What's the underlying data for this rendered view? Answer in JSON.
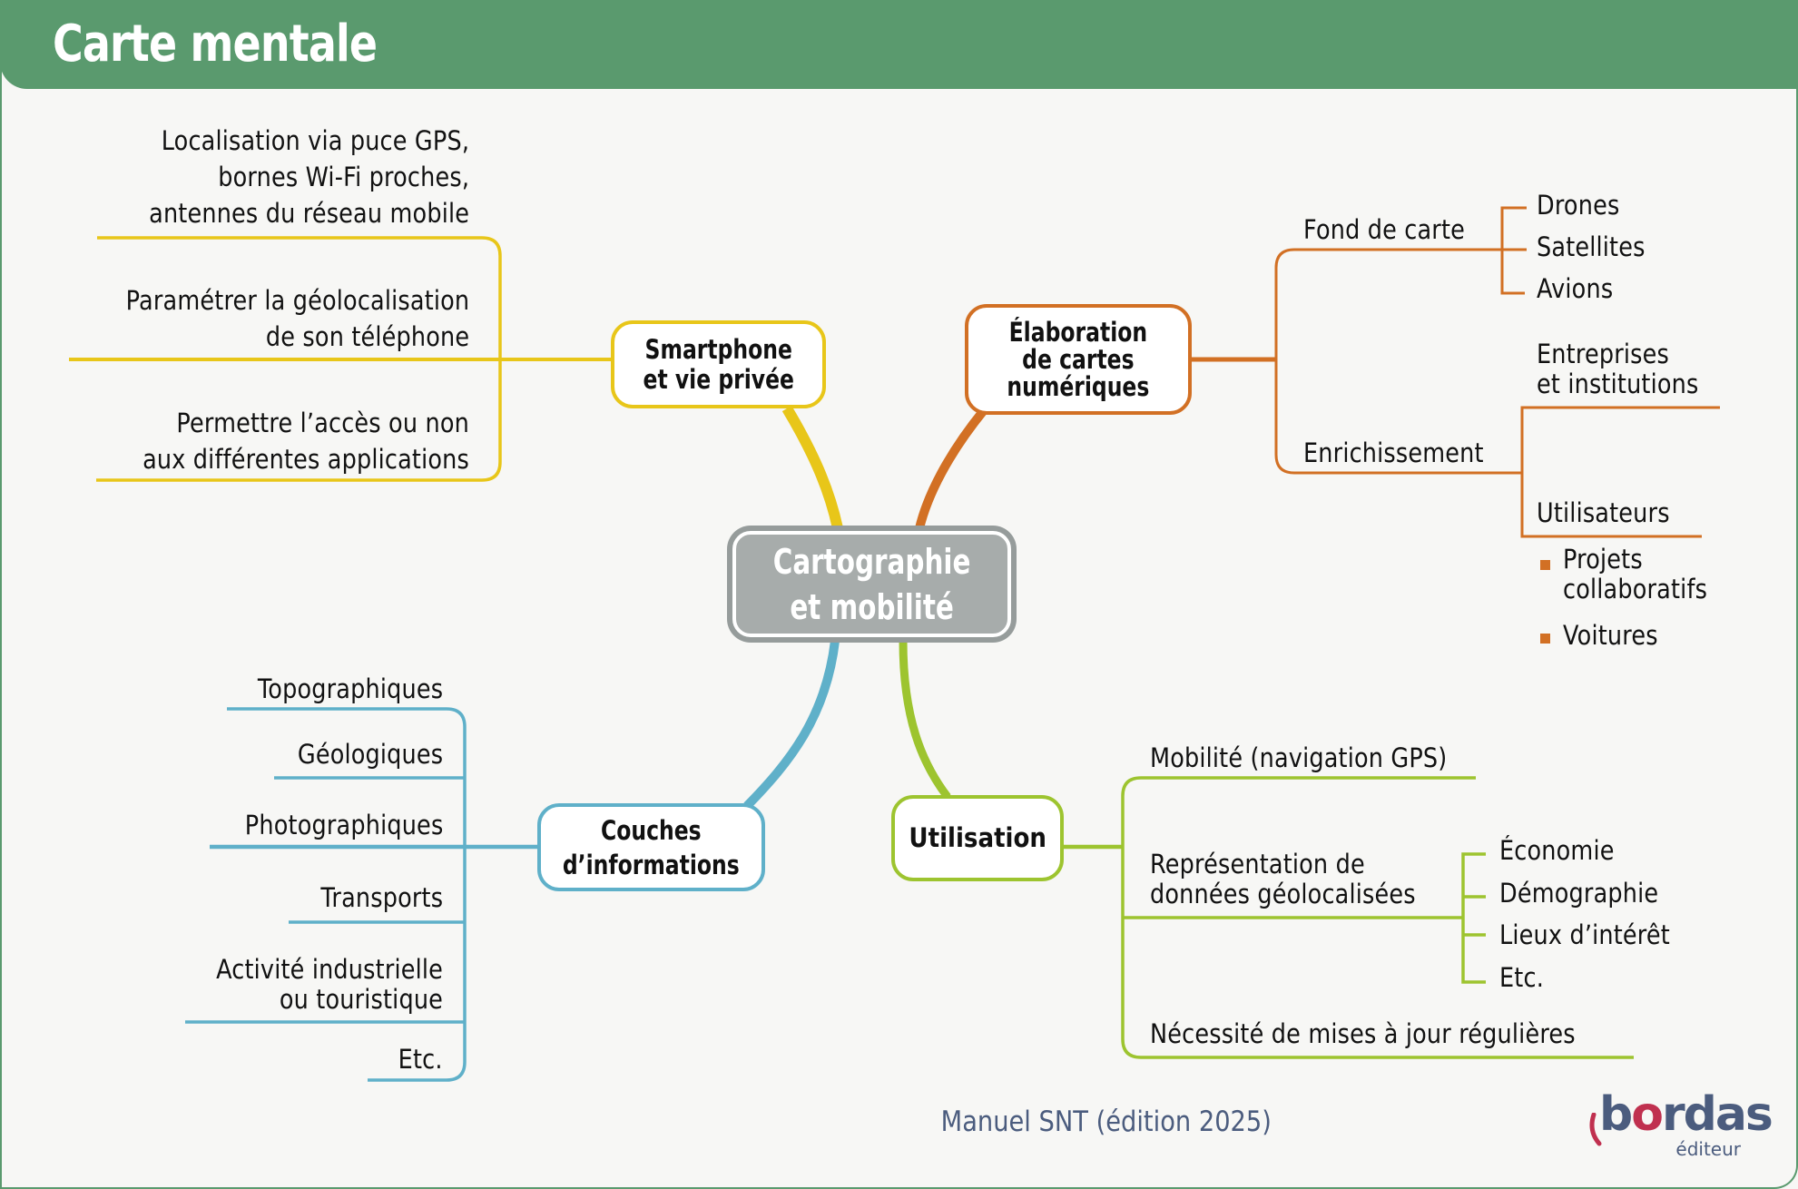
{
  "header": {
    "title": "Carte mentale"
  },
  "colors": {
    "header": "#5a9a6e",
    "background": "#f7f7f5",
    "yellow": "#e8c619",
    "orange": "#d27024",
    "blue": "#5fb0c9",
    "green": "#9dc42f",
    "central_fill": "#a7acab",
    "footer_text": "#4b5c7e",
    "logo_accent": "#c0304f"
  },
  "central": {
    "line1": "Cartographie",
    "line2": "et mobilité"
  },
  "branches": {
    "smartphone": {
      "line1": "Smartphone",
      "line2": "et vie privée",
      "items": [
        {
          "lines": [
            "Localisation via puce GPS,",
            "bornes  Wi-Fi proches,",
            "antennes du réseau mobile"
          ]
        },
        {
          "lines": [
            "Paramétrer la géolocalisation",
            "de son téléphone"
          ]
        },
        {
          "lines": [
            "Permettre l’accès ou non",
            "aux différentes applications"
          ]
        }
      ]
    },
    "elaboration": {
      "line1": "Élaboration",
      "line2": "de cartes",
      "line3": "numériques",
      "fond": {
        "label": "Fond de carte",
        "items": [
          "Drones",
          "Satellites",
          "Avions"
        ]
      },
      "enrichissement": {
        "label": "Enrichissement",
        "entreprises": [
          "Entreprises",
          "et institutions"
        ],
        "utilisateurs": "Utilisateurs",
        "bullets": [
          {
            "lines": [
              "Projets",
              "collaboratifs"
            ]
          },
          {
            "lines": [
              "Voitures"
            ]
          }
        ]
      }
    },
    "couches": {
      "line1": "Couches",
      "line2": "d’informations",
      "items": [
        {
          "lines": [
            "Topographiques"
          ]
        },
        {
          "lines": [
            "Géologiques"
          ]
        },
        {
          "lines": [
            "Photographiques"
          ]
        },
        {
          "lines": [
            "Transports"
          ]
        },
        {
          "lines": [
            "Activité industrielle",
            "ou touristique"
          ]
        },
        {
          "lines": [
            "Etc."
          ]
        }
      ]
    },
    "utilisation": {
      "label": "Utilisation",
      "mobilite": "Mobilité (navigation GPS)",
      "representation": [
        "Représentation de",
        "données géolocalisées"
      ],
      "sub_items": [
        "Économie",
        "Démographie",
        "Lieux d’intérêt",
        "Etc."
      ],
      "necessite": "Nécessité de mises à jour régulières"
    }
  },
  "footer": {
    "text": "Manuel SNT (édition 2025)",
    "logo_word_start": "b",
    "logo_word_accent": "o",
    "logo_word_end": "rdas",
    "logo_sub": "éditeur"
  }
}
